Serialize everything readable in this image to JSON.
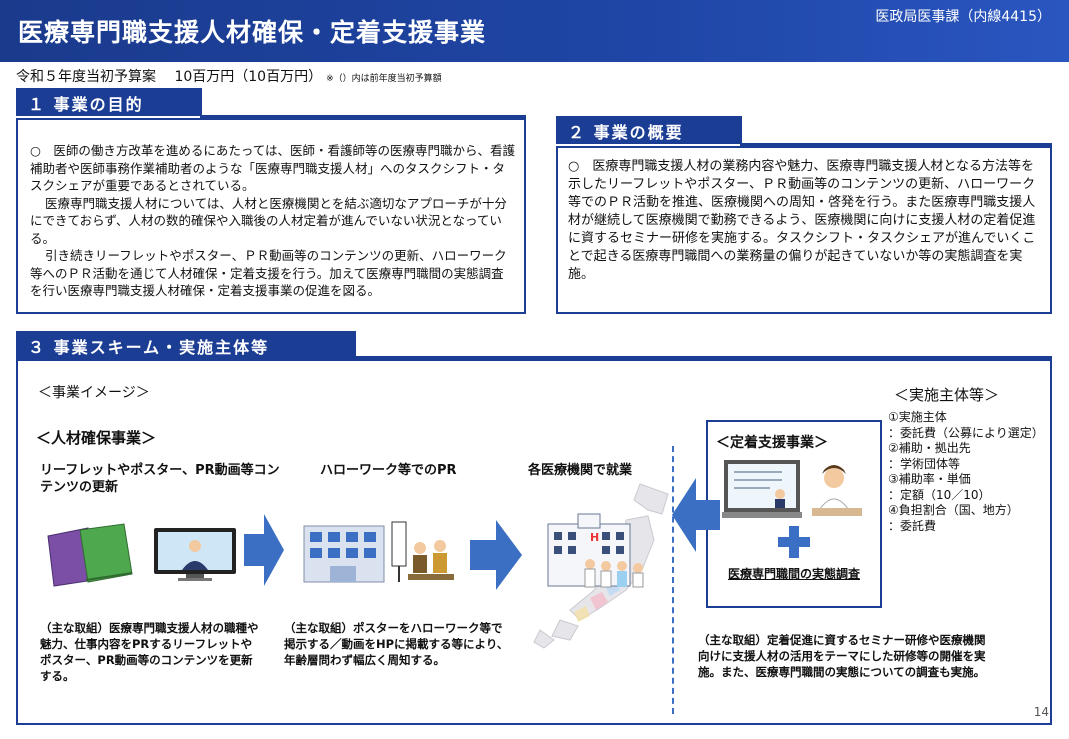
{
  "header": {
    "title": "医療専門職支援人材確保・定着支援事業",
    "dept": "医政局医事課（内線4415）"
  },
  "budget": {
    "main": "令和５年度当初予算案　 10百万円（10百万円）",
    "note": "※（）内は前年度当初予算額"
  },
  "section1": {
    "label": "１ 事業の目的",
    "paragraphs": [
      "○　医師の働き方改革を進めるにあたっては、医師・看護師等の医療専門職から、看護補助者や医師事務作業補助者のような「医療専門職支援人材」へのタスクシフト・タスクシェアが重要であるとされている。",
      "医療専門職支援人材については、人材と医療機関とを結ぶ適切なアプローチが十分にできておらず、人材の数的確保や入職後の人材定着が進んでいない状況となっている。",
      "引き続きリーフレットやポスター、ＰＲ動画等のコンテンツの更新、ハローワーク等へのＰＲ活動を通じて人材確保・定着支援を行う。加えて医療専門職間の実態調査を行い医療専門職支援人材確保・定着支援事業の促進を図る。"
    ]
  },
  "section2": {
    "label": "２ 事業の概要",
    "text": "○　医療専門職支援人材の業務内容や魅力、医療専門職支援人材となる方法等を示したリーフレットやポスター、ＰＲ動画等のコンテンツの更新、ハローワーク等でのＰＲ活動を推進、医療機関への周知・啓発を行う。また医療専門職支援人材が継続して医療機関で勤務できるよう、医療機関に向けに支援人材の定着促進に資するセミナー研修を実施する。タスクシフト・タスクシェアが進んでいくことで起きる医療専門職間への業務量の偏りが起きていないか等の実態調査を実施。"
  },
  "section3": {
    "label": "３ 事業スキーム・実施主体等",
    "image_label": "＜事業イメージ＞",
    "recruit_label": "＜人材確保事業＞",
    "col1_heading": "リーフレットやポスター、PR動画等コンテンツの更新",
    "col2_heading": "ハローワーク等でのPR",
    "col3_heading": "各医療機関で就業",
    "col1_desc": "（主な取組）医療専門職支援人材の職種や魅力、仕事内容をPRするリーフレットやポスター、PR動画等のコンテンツを更新する。",
    "col2_desc": "（主な取組）ポスターをハローワーク等で掲示する／動画をHPに掲載する等により、年齢層問わず幅広く周知する。",
    "retention_label": "＜定着支援事業＞",
    "survey_label": "医療専門職間の実態調査",
    "retention_desc": "（主な取組）定着促進に資するセミナー研修や医療機関向けに支援人材の活用をテーマにした研修等の開催を実施。また、医療専門職間の実態についての調査も実施。",
    "implementer_label": "＜実施主体等＞",
    "implementer_items": [
      "①実施主体",
      "：委託費（公募により選定）",
      "②補助・拠出先",
      "：学術団体等",
      "③補助率・単価",
      "：定額（10／10）",
      "④負担割合（国、地方）",
      "：委託費"
    ],
    "hospital_sign": "H"
  },
  "page_number": "14",
  "colors": {
    "navy": "#1c3d94",
    "arrow_blue": "#3a6fc4",
    "hosp_red": "#e33"
  }
}
